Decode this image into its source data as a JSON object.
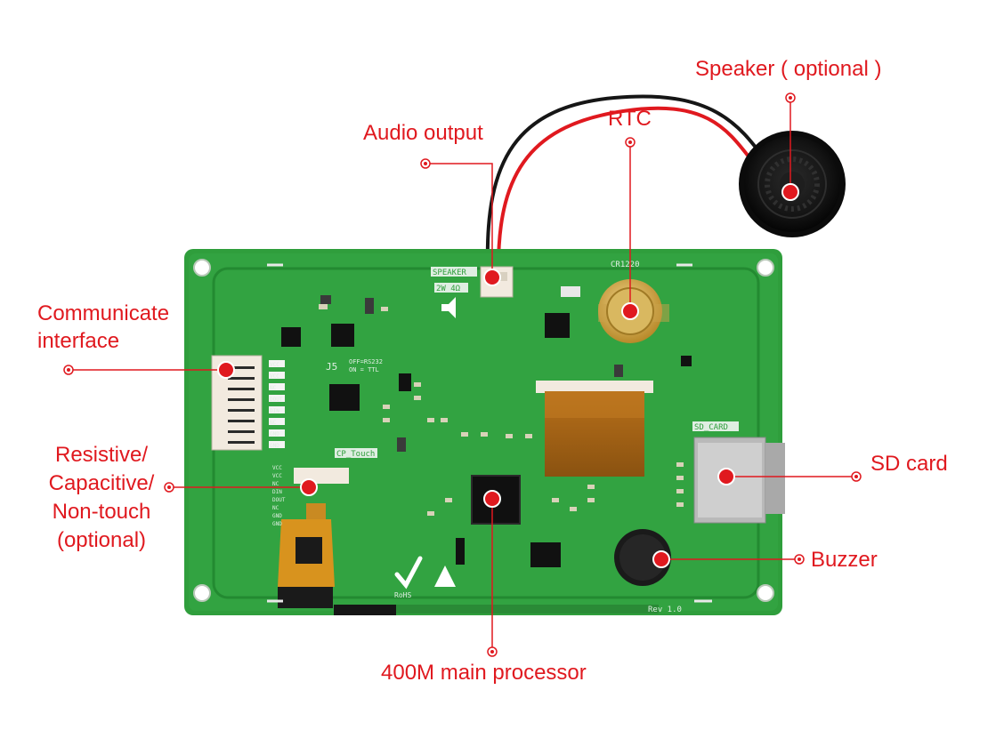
{
  "callouts": {
    "speaker": "Speaker ( optional )",
    "audio_output": "Audio output",
    "rtc": "RTC",
    "communicate": "Communicate",
    "interface": "interface",
    "touch_line1": "Resistive/",
    "touch_line2": "Capacitive/",
    "touch_line3": "Non-touch",
    "touch_line4": "(optional)",
    "sd_card": "SD card",
    "buzzer": "Buzzer",
    "processor": "400M main processor"
  },
  "board_silkscreen": {
    "speaker": "SPEAKER",
    "speaker_spec": "2W 4Ω",
    "cr1220": "CR1220",
    "sd_card": "SD_CARD",
    "cp_touch": "CP_Touch",
    "j5": "J5",
    "off_rs232": "OFF=RS232",
    "on_ttl": "ON = TTL",
    "rev": "Rev 1.0",
    "rohs": "RoHS",
    "pins_left": [
      "VCC",
      "VCC",
      "NC",
      "DOUT",
      "DIN",
      "NC",
      "GND",
      "GND"
    ],
    "pins_touch": [
      "VCC",
      "VCC",
      "NC",
      "DIN",
      "DOUT",
      "NC",
      "GND",
      "GND"
    ]
  },
  "colors": {
    "callout": "#e0191f",
    "board": "#2f9e3c",
    "board_edge": "#1f7d2c"
  }
}
